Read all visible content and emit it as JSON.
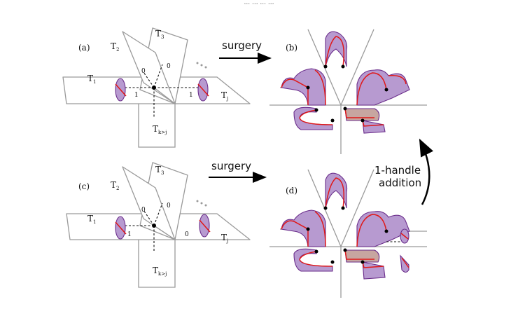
{
  "caption_fragment": "... ... ... ...",
  "panels": {
    "a": {
      "label": "(a)",
      "tori": [
        "T",
        "T",
        "T",
        "T",
        "T"
      ],
      "subs": [
        "2",
        "3",
        "1",
        "j",
        "k>j"
      ],
      "edge_marks": [
        "0",
        "0",
        "1",
        "1"
      ]
    },
    "b": {
      "label": "(b)"
    },
    "c": {
      "label": "(c)",
      "tori": [
        "T",
        "T",
        "T",
        "T",
        "T"
      ],
      "subs": [
        "2",
        "3",
        "1",
        "j",
        "k>j"
      ],
      "edge_marks": [
        "0",
        "0",
        "1",
        "0"
      ]
    },
    "d": {
      "label": "(d)"
    }
  },
  "arrows": {
    "surgery_top": "surgery",
    "surgery_bottom": "surgery",
    "handle_line1": "1-handle",
    "handle_line2": "addition"
  },
  "colors": {
    "sheet": "#b79ad0",
    "boundary": "#e01818",
    "plane": "#9a9a9a"
  }
}
